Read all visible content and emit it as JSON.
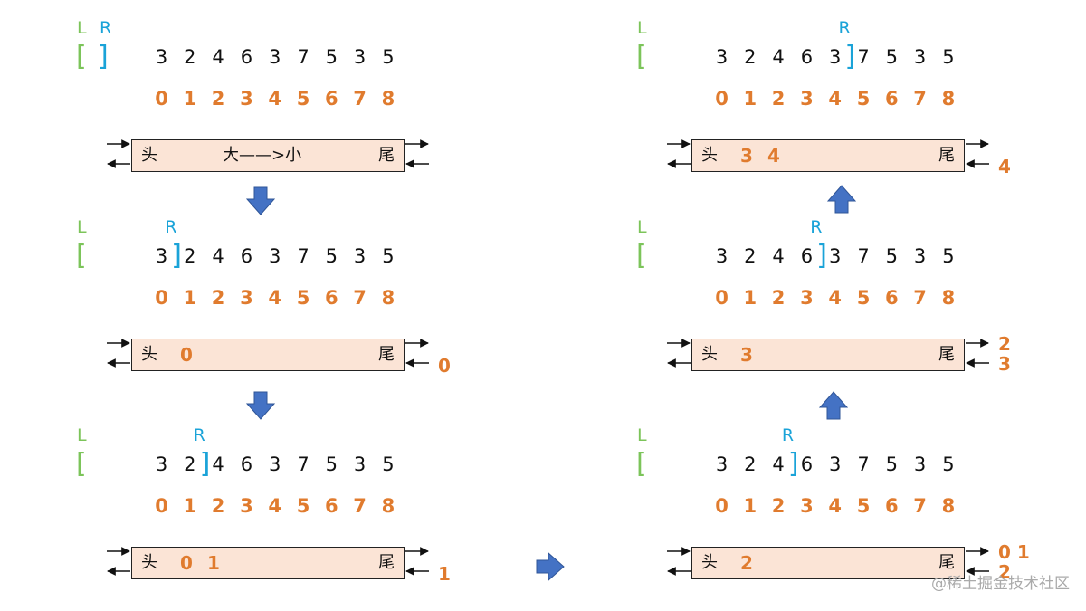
{
  "array": [
    "3",
    "2",
    "4",
    "6",
    "3",
    "7",
    "5",
    "3",
    "5"
  ],
  "indices": [
    "0",
    "1",
    "2",
    "3",
    "4",
    "5",
    "6",
    "7",
    "8"
  ],
  "labels": {
    "L": "L",
    "R": "R",
    "L_bracket": "[",
    "R_bracket": "]"
  },
  "deque_labels": {
    "head": "头",
    "tail": "尾",
    "order_note": "大——>小"
  },
  "steps": [
    {
      "id": "step-1",
      "r_after": -1,
      "deque": [],
      "pushed": []
    },
    {
      "id": "step-2",
      "r_after": 0,
      "deque": [
        "0"
      ],
      "pushed": [
        "0"
      ]
    },
    {
      "id": "step-3",
      "r_after": 1,
      "deque": [
        "0",
        "1"
      ],
      "pushed": [
        "1"
      ]
    },
    {
      "id": "step-4",
      "r_after": 2,
      "deque": [
        "2"
      ],
      "pushed": [
        "0 1",
        "2"
      ]
    },
    {
      "id": "step-5",
      "r_after": 3,
      "deque": [
        "3"
      ],
      "pushed": [
        "2",
        "3"
      ]
    },
    {
      "id": "step-6",
      "r_after": 4,
      "deque": [
        "3",
        "4"
      ],
      "pushed": [
        "4"
      ]
    }
  ],
  "watermark": "@稀土掘金技术社区",
  "colors": {
    "L": "#7cc45a",
    "R": "#1aa3d8",
    "index": "#e07b2e",
    "deque_fill": "#fbe4d6",
    "flow_arrow": "#4472c4"
  }
}
